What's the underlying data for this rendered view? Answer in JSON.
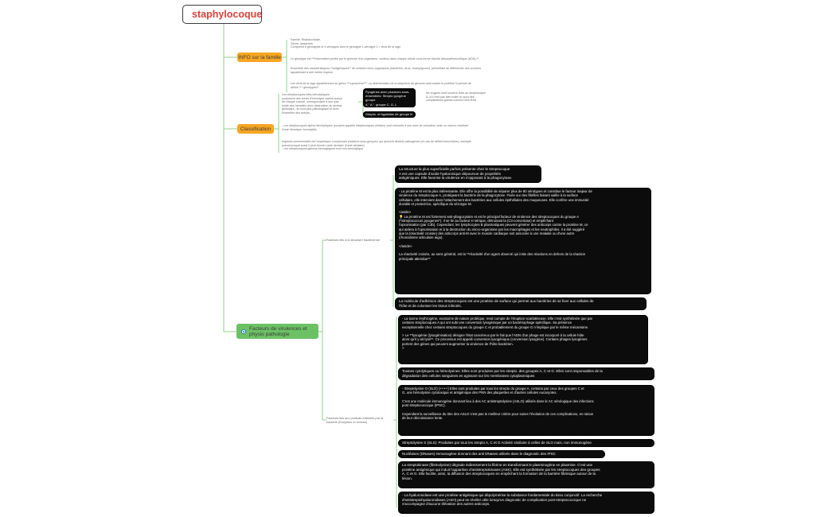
{
  "root": {
    "title": "staphylocoque"
  },
  "info": {
    "label": "INFO sur la famille",
    "notes": [
      "Famille: Rhabdoviridae,\nGenre: lyssavirus\nComprend 6 génotypes et 4 sérotypes dont le génotype 1-sérotype 1 = virus de la rage",
      "Le génotype est **l'information portée par le génome d'un organisme, contenu dans chaque cellule sous forme d'acide désoxyribonucléique (ADN).**",
      "Ensemble des caractéristiques **antigéniques** de certains micro-organismes (bactéries, virus, champignons), permettant de différencier des souches\nappartenant à une même espèce.",
      "Les virus de la rage appartiennent au genre ***Lyssavirus***.  La détermination de la séquence du génome viral codant la protéine N permet de\ndéfinir *** génotypes**."
    ]
  },
  "classification": {
    "label": "Classification",
    "left_note": "Les streptocoques bêta-hémolytiques\nproduisent des zones d'hémolyse claires autour\nde chaque colonie, correspondant à une lyse\ntotale des hématies avec destruction du stroma\nglobulaire ; ils sont plus pathologique et donc\nEnsemble des strepto.",
    "boxes": [
      "Pyogènes avec plusieurs sous-\nensembles: Strepto pyogène groupe\nA \" A \", groupe C, G, L",
      "Strepto.  et Agalatiae de groupe B"
    ],
    "side_note": "les enginés sont souvent dues au streptocoque\nA, s'il n'est pas bien traité on aura des\ncomplications graves comme DNA RAA",
    "alpha_note": "- Les streptocoques alpha-hémolytiques (souvent appelés streptocoques viridans) sont entourés d'une zone de coloration verte ou marron résultant\nd'une hémolyse incomplète.",
    "gamma_note": "espèces commensales de l'oropharynx comprenant plusieurs sous-groupes; qui peuvent devenir pathogènes (en cas de déficit immunitaire), exemple\npneumocoque aussi il peut donner carie dentaire (Carie dentaire)\n- Les streptocoques gamma-hémolytiques sont non-hémolytique"
  },
  "facteurs": {
    "label": "Facteurs de virulences et physio pathologie",
    "sub1": "Facteurs liés à la structure bactérienne",
    "sub2": "Facteurs liés aux produits élaborés par la\nbactérie (Enzymes et toxines)",
    "structure_notes": [
      "La structure la plus superficielle parfois présente chez le streptocoque\nA est une capsule d'acide hyaluronique dépourvue de propriétés\nantigéniques. Elle favorise la virulence en s'opposant à la phagocytose.",
      "- La protéine M est la plus intéressante. Elle offre la possibilité de séparer plus de 80 sérotypes et constitue le facteur majeur de\nvirulence du streptocoque A, protégeant la bactérie de la phagocytose. Fixée sur des fibrilles faisant saillie à la surface\ncellulaire, elle intervient dans l'attachement des bactéries aux cellules épithéliales des muqueuses. Elle confère une immunité\ndurable et protectrice, spécifique du sérotype M.\n\n<aside>\n💡 La protéine M est fortement anti-phagocytaire et est le principal facteur de virulence des streptocoques du groupe A\n(*Streptococcus pyogenes*). Il se lie au facteur H sérique, détruisant la (C3-convertase) et empêchant\nl'opsonisation (par C3b). Cependant, les lymphocytes B plasmatiques peuvent générer des anticorps contre la protéine M, ce\nqui aidera à l'opsonisation et à la destruction du micro-organisme par les macrophages et les neutrophiles. Il a été suggéré\nque la (réactivité croisée) des anticorps anti-M avec le muscle cardiaque soit associée à une maladie ou d'une autre\n(rhumatisme articulaire aigu).\n\n</aside>\n\nLa réactivité croisée, au sens général, est la **réactivité d'un agent observé qui initie des réactions en dehors de la réaction\nprincipale attendue**",
      "La molécule d'adhésion des streptocoques est une protéine de surface qui permet aux bactéries de se fixer aux cellules de\nl'hôte et de coloniser les tissus infectés."
    ],
    "product_notes": [
      "- La toxine érythrogène, exotoxine de nature protéique, rend compte de l'éruption scarlatineuse. Elle n'est synthétisée que par\ncertains streptocoques A qui ont subi une conversion lysogénique par un bactériophage spécifique. Sa présence\nexceptionnelle chez certains streptocoques du groupe C et probablement du groupe G n'implique par le même mécanisme.\n\n> Le **lysogénie (lysogénisation) désigne l'état cancéreux par le fait que l'ADN d'un phage est incorporé à la cellule hôte\nalors qu'il y ait lysé**. Ce processus est appelé conversion lysogénique (conversion lysogène). Certains phages lysogènes\nportent des gènes qui peuvent augmenter la virulence de l'hôte bactérien.\n>",
      "Toxines cytolytiques ou hémolysines: Elles sont produites par les strepto. des groupes A, C et G. Elles sont responsables de la\ndégradation  des cellules sanguines en agissant sur les membranes cytoplasmiques",
      "- Streptolysine O (SLO) (++++) Elles sont produites par tous les strepto du groupe A, certains par ceux des groupes C et\nG, une hémolysine cytotoxique et antigénique  des PNN des plaquettes et d'autres cellules eucaryotes.\n\nC'est une molécule immunogène donnant lieu à des AC antistreptolysine (ASLO) utilisés dans le AC sérologique des infections\npost streptococcique (IPSC).\n\nCependant la surveillance du titre des ASLO n'est pas le meilleur critère pour suivre l'évolution de ces complications, en raison\nde leur décroissance lente.",
      "Streptolysine S (SLS): Produites par tous les strepto A, C et G Activité similaire à celles de SLO mais, non immunogène",
      "Nucléases (DNases) immunogène donnant des anti DNases utilisés dans le diagnostic des IPSC",
      "La streptokinase (fibrinolysine) dégrade indirectement la fibrine en transformant le plasminogène en plasmine. C'est une\nprotéine antigénique qui induit l'apparition d'antistreptokinases (ASK). Elle est synthétisée par les streptocoques des groupes\nA, C et G. Elle facilite, ainsi, la diffusion des streptocoques en empêchant la formation de la barrière fibrinique autour de la\nlésion.",
      "- La hyaluronidase est une protéine antigénique qui dépolymérise la substance fondamentale du tissu conjonctif. La recherche\nd'antistreptohyaluronidases (ASH) peut se révéler utile lorsqu'un diagnostic de complication post-streptococcique ne\ns'accompagne d'aucune élévation des autres anticorps."
    ]
  },
  "colors": {
    "orange": "#f6a623",
    "green": "#6cc164",
    "line": "#8fd18a",
    "title": "#d9423a"
  }
}
